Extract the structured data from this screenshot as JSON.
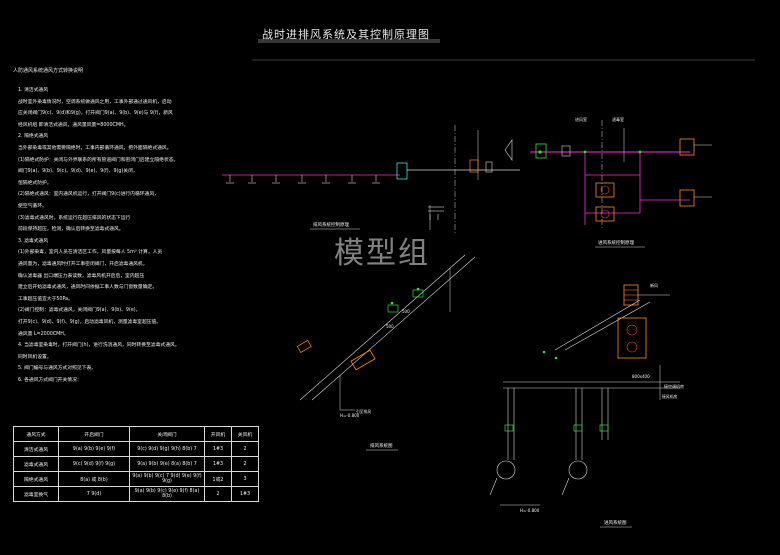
{
  "title": "战时进排风系统及其控制原理图",
  "watermark": "模型组",
  "notes": {
    "heading": "人防通风系统通风方式转换说明",
    "lines": [
      "1. 清洁式通风",
      "  战时室外染毒情况时，空调系统做通风之用，工事外部通过通风机，启动",
      "  应关闭阀门9(c)、9(d)和9(g)，打开阀门9(a)、9(b)、9(e)与 9(f)，新风",
      "  经风机组 即清洁式通风，通风量风量=8000CMH。",
      "2. 隔绝式通风",
      "  当外部染毒或其他需要隔绝时，工事内部循环通风，把外面隔绝式通风。",
      "  (1)隔绝式防护：关闭与外界联系的所有管道阀门和密闭门后建立隔绝状态。",
      "    阀门9(a)、9(b)、9(c)、9(d)、9(e)、9(f)、9(g)关闭，",
      "    恒隔绝式防护。",
      "  (2)隔绝式通风：室内通风机运行，打开阀门9(c)进行内循环通风，",
      "    使空气循环。",
      "  (3)滤毒式通风时，系统运行在超压排风的状态下运行",
      "    前段保持超压，检测，确认后转换至滤毒式通风。",
      "3. 滤毒式通风",
      "  (1)外部染毒，室内人员在清洁区工作，风量按每人 5m³ 计算，人员",
      "    通风量为，滤毒通风时打开工事密闭阀门，开启滤毒通风机，",
      "    确认滤毒器 出口端压力表读数，滤毒风机开启后，室内超压",
      "    建立后开始滤毒式通风，通风时间依据工事人数与门窗数量确定。",
      "    工事超压值宜大于50Pa。",
      "  (2)阀门控制：滤毒式通风，关闭阀门9(a)、9(b)、9(e)，",
      "    打开9(c)、9(d)、9(f)、9(g)，启动滤毒风机，测量滤毒室超压值。",
      "    通风量 L=2000CMH。",
      "4. 当滤毒室染毒时，打开阀门(h)，进行洗消通风，同时转换至滤毒式通风。",
      "    同时风机设置。",
      "5. 阀门编号与通风方式对照见下表。",
      "6. 各通风方式阀门开关情况："
    ]
  },
  "table": {
    "headers": [
      "通风方式",
      "开启阀门",
      "关闭阀门",
      "开风机",
      "关风机"
    ],
    "rows": [
      [
        "清洁式通风",
        "9(a) 9(b) 9(e) 9(f)",
        "9(c) 9(d) 9(g) 9(h) 8(b) 7",
        "1#3",
        "2"
      ],
      [
        "滤毒式通风",
        "9(c) 9(d) 9(f) 9(g)",
        "9(a) 9(b) 9(e) 8(a) 8(b) 7",
        "1#3",
        "2"
      ],
      [
        "隔绝式通风",
        "8(a) 或 8(b)",
        "9(a) 9(b) 9(c) 7 9(d) 9(e) 9(f) 9(g)",
        "1或2",
        "3"
      ],
      [
        "滤毒室换气",
        "7 9(d)",
        "9(a) 9(b) 9(c) 9(e) 9(f) 8(a) 8(b)",
        "2",
        "1#3"
      ]
    ]
  },
  "labels": {
    "exhaust_system": "排风系统控制原理",
    "intake_system": "进风系统控制原理",
    "exhaust_axon": "排风系统图",
    "intake_axon": "进风系统图",
    "intake_room": "进风室",
    "filter_room": "滤毒室",
    "dim_500a": "500",
    "dim_500b": "500",
    "dim_800": "800x400",
    "dim_elev1": "H=-0.800",
    "dim_elev2": "H=-0.800",
    "air_in": "新风",
    "tag_a": "接风机房",
    "tag_b": "引至排风",
    "tag_c": "接空调机房"
  },
  "colors": {
    "line": "#d8d8d8",
    "duct_magenta": "#ff2bd6",
    "green": "#35e03a",
    "orange": "#ff8a1a",
    "cyan": "#36e0e0",
    "red": "#ff3b3b",
    "yellow": "#ffe24a"
  }
}
